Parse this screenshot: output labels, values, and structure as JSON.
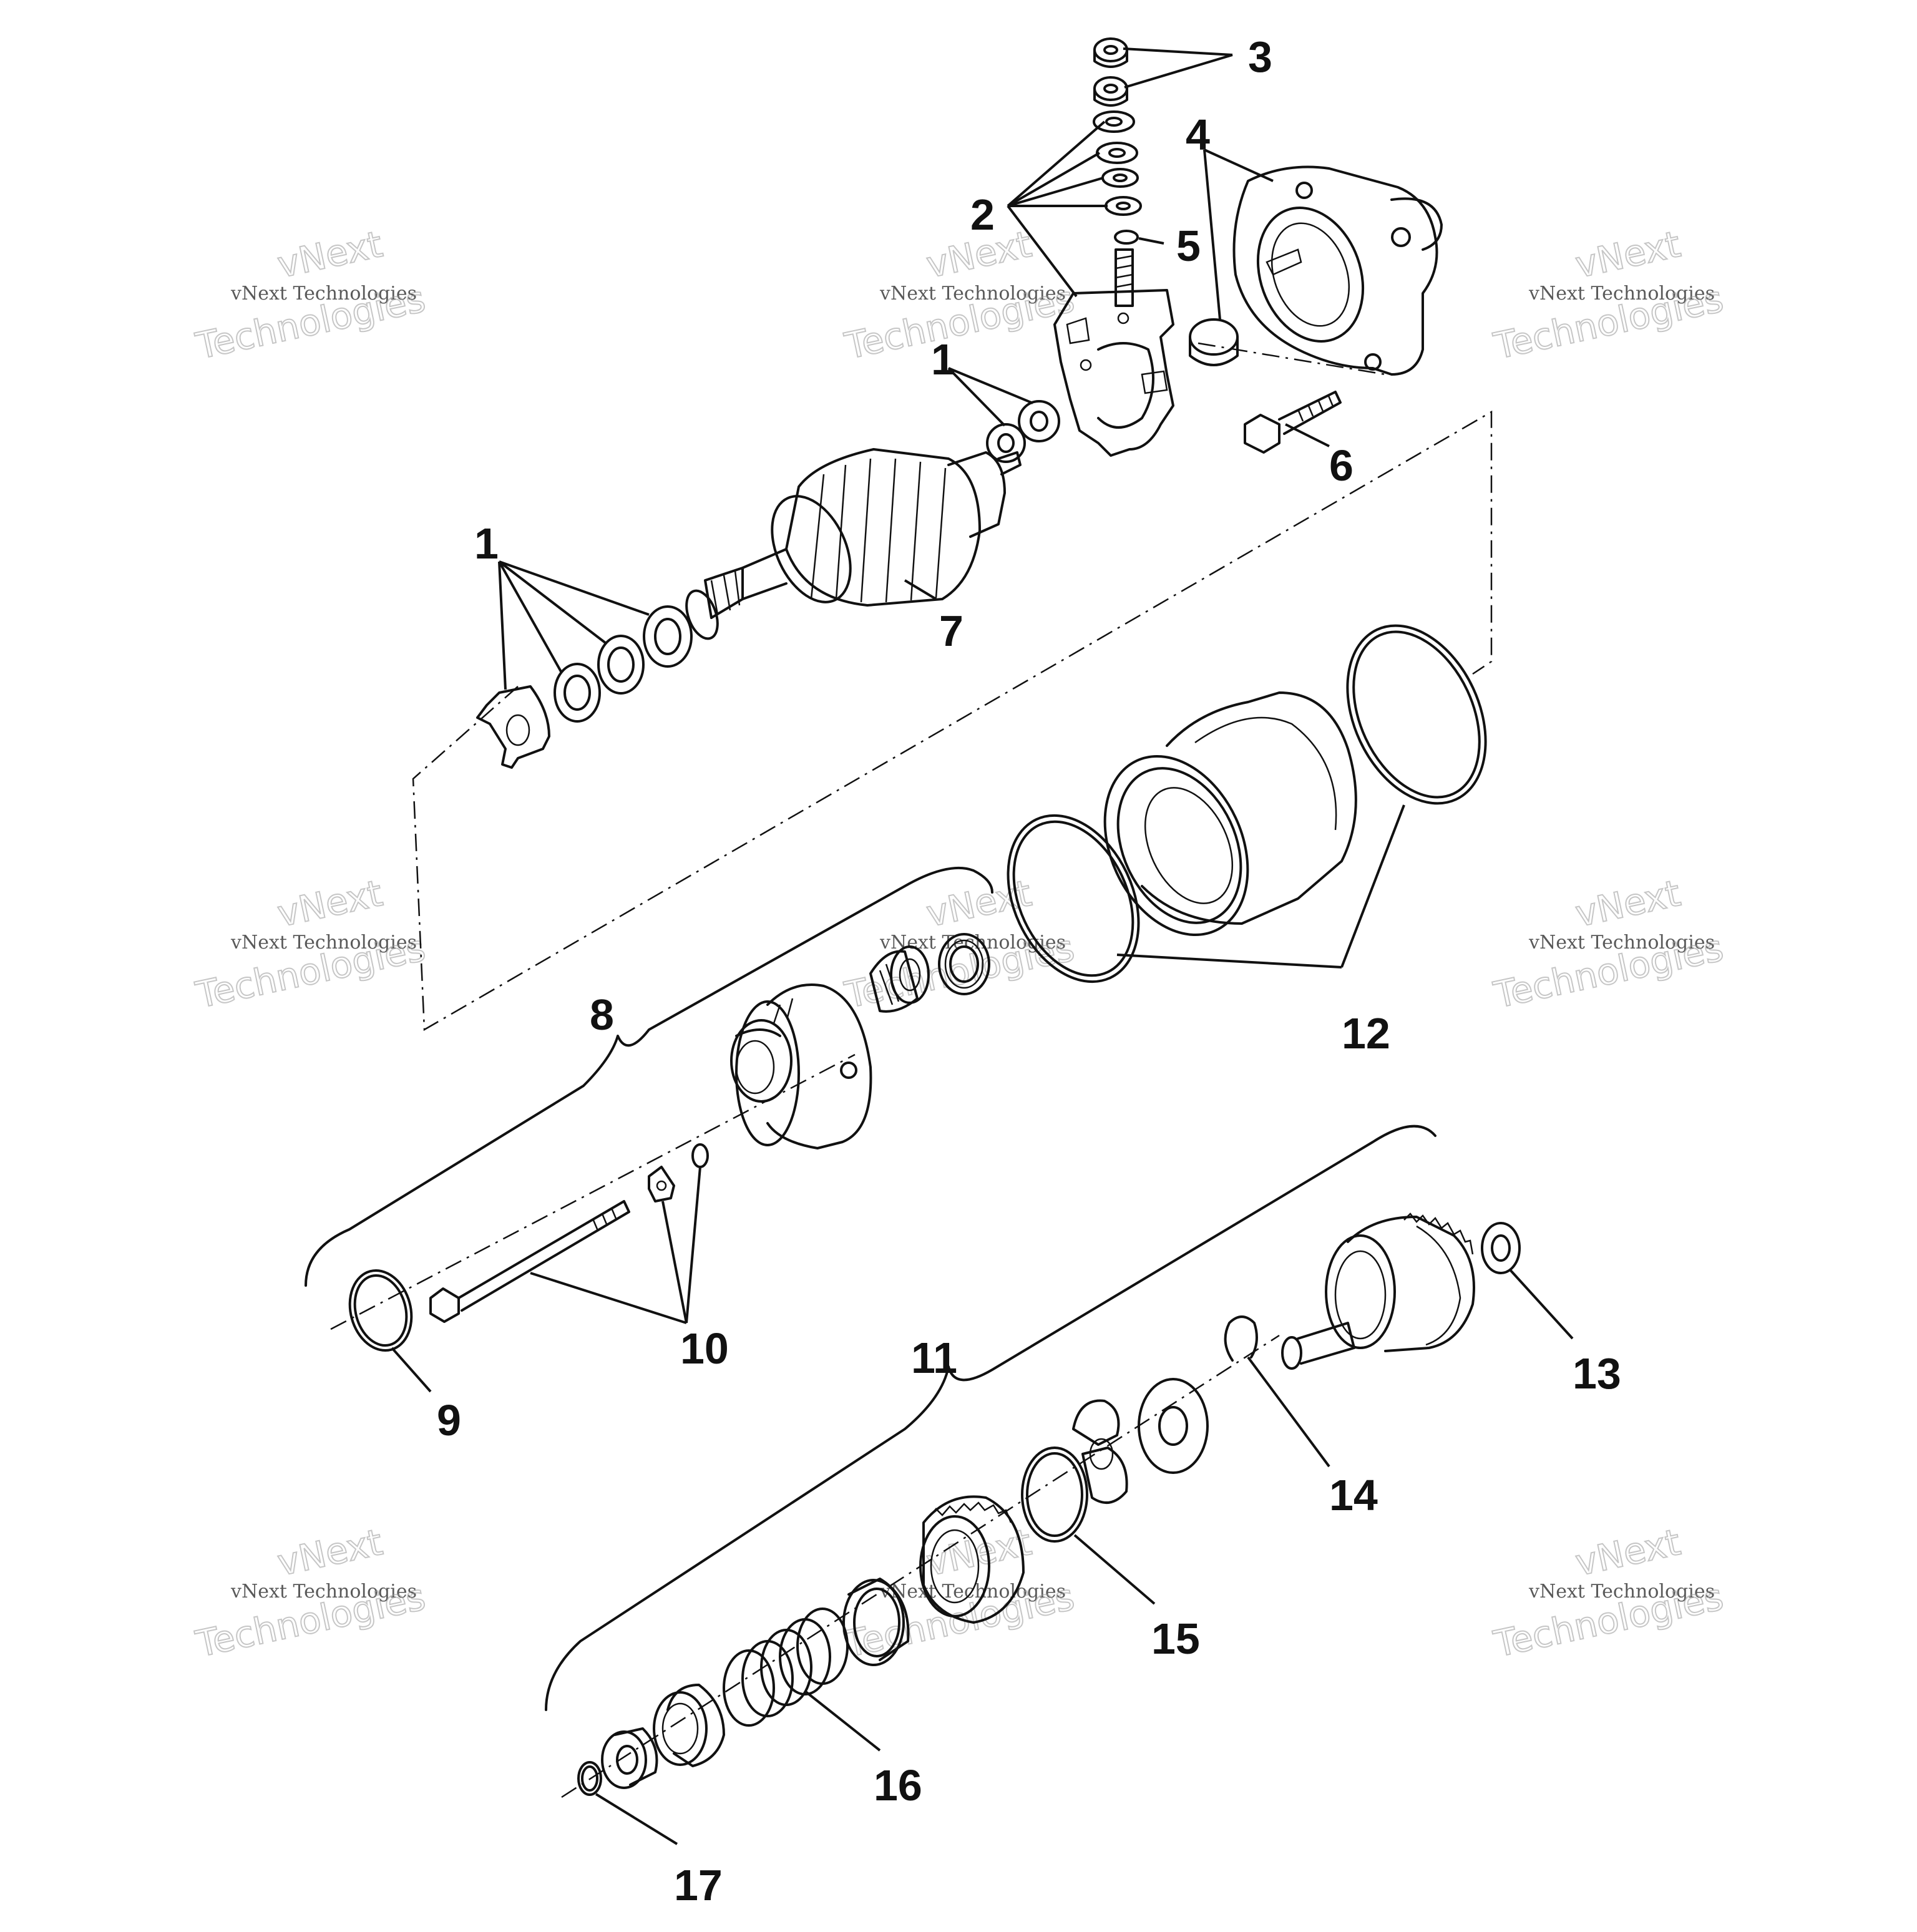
{
  "callouts": {
    "c1a": "1",
    "c1b": "1",
    "c2": "2",
    "c3": "3",
    "c4": "4",
    "c5": "5",
    "c6": "6",
    "c7": "7",
    "c8": "8",
    "c9": "9",
    "c10": "10",
    "c11": "11",
    "c12": "12",
    "c13": "13",
    "c14": "14",
    "c15": "15",
    "c16": "16",
    "c17": "17"
  },
  "watermark": {
    "line1": "vNext",
    "line2": "vNext Technologies",
    "line3": "Technologies"
  }
}
